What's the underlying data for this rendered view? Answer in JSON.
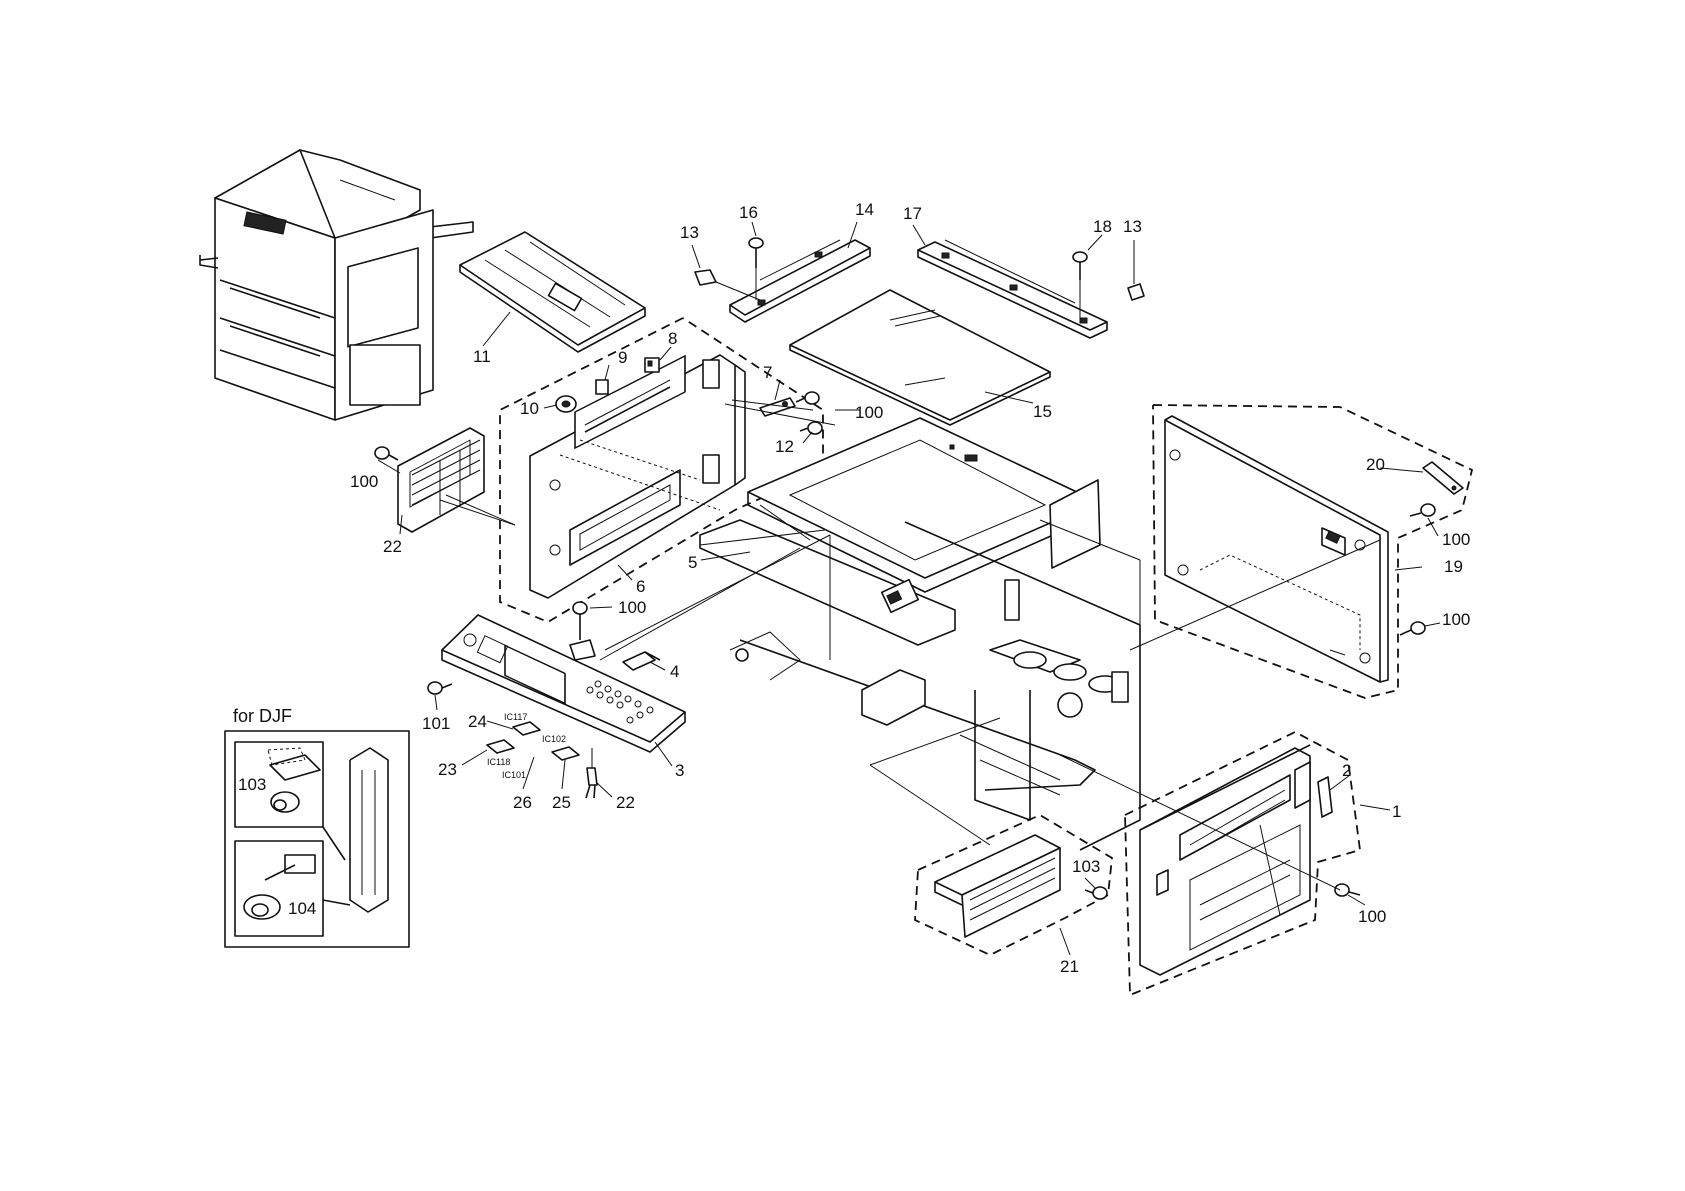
{
  "inset": {
    "title": "for DJF",
    "labels": [
      "103",
      "104"
    ]
  },
  "callouts": {
    "c1": "1",
    "c2": "2",
    "c3": "3",
    "c4": "4",
    "c5": "5",
    "c6": "6",
    "c7": "7",
    "c8": "8",
    "c9": "9",
    "c10": "10",
    "c11": "11",
    "c12": "12",
    "c13a": "13",
    "c13b": "13",
    "c14": "14",
    "c15": "15",
    "c16": "16",
    "c17": "17",
    "c18": "18",
    "c19": "19",
    "c20": "20",
    "c21": "21",
    "c22a": "22",
    "c22b": "22",
    "c23": "23",
    "c24": "24",
    "c25": "25",
    "c26": "26",
    "c100a": "100",
    "c100b": "100",
    "c100c": "100",
    "c100d": "100",
    "c100e": "100",
    "c100f": "100",
    "c101": "101",
    "c103": "103"
  },
  "ic_labels": {
    "ic117": "IC117",
    "ic102": "IC102",
    "ic118": "IC118",
    "ic101": "IC101"
  }
}
